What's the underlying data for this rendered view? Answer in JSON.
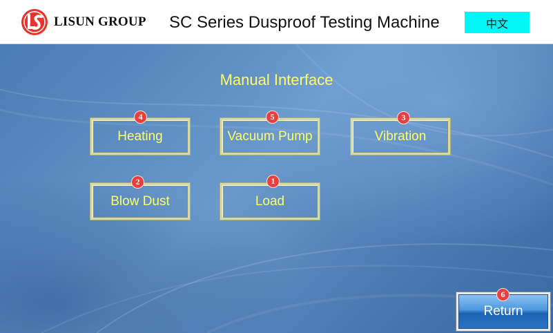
{
  "header": {
    "brand": "LISUN GROUP",
    "title": "SC Series Dusproof Testing Machine",
    "language_button": "中文",
    "logo_icon": "lisun-logo-icon",
    "colors": {
      "language_button_bg": "#00f6f9",
      "logo_red": "#e5352c"
    }
  },
  "main": {
    "section_title": "Manual Interface",
    "buttons": [
      {
        "label": "Heating",
        "badge": "4"
      },
      {
        "label": "Vacuum Pump",
        "badge": "5"
      },
      {
        "label": "Vibration",
        "badge": "3"
      },
      {
        "label": "Blow Dust",
        "badge": "2"
      },
      {
        "label": "Load",
        "badge": "1"
      }
    ],
    "return_button": {
      "label": "Return",
      "badge": "6"
    },
    "colors": {
      "label_text": "#ffff66",
      "badge": "#e84040",
      "background": "#4b7bb3"
    }
  }
}
